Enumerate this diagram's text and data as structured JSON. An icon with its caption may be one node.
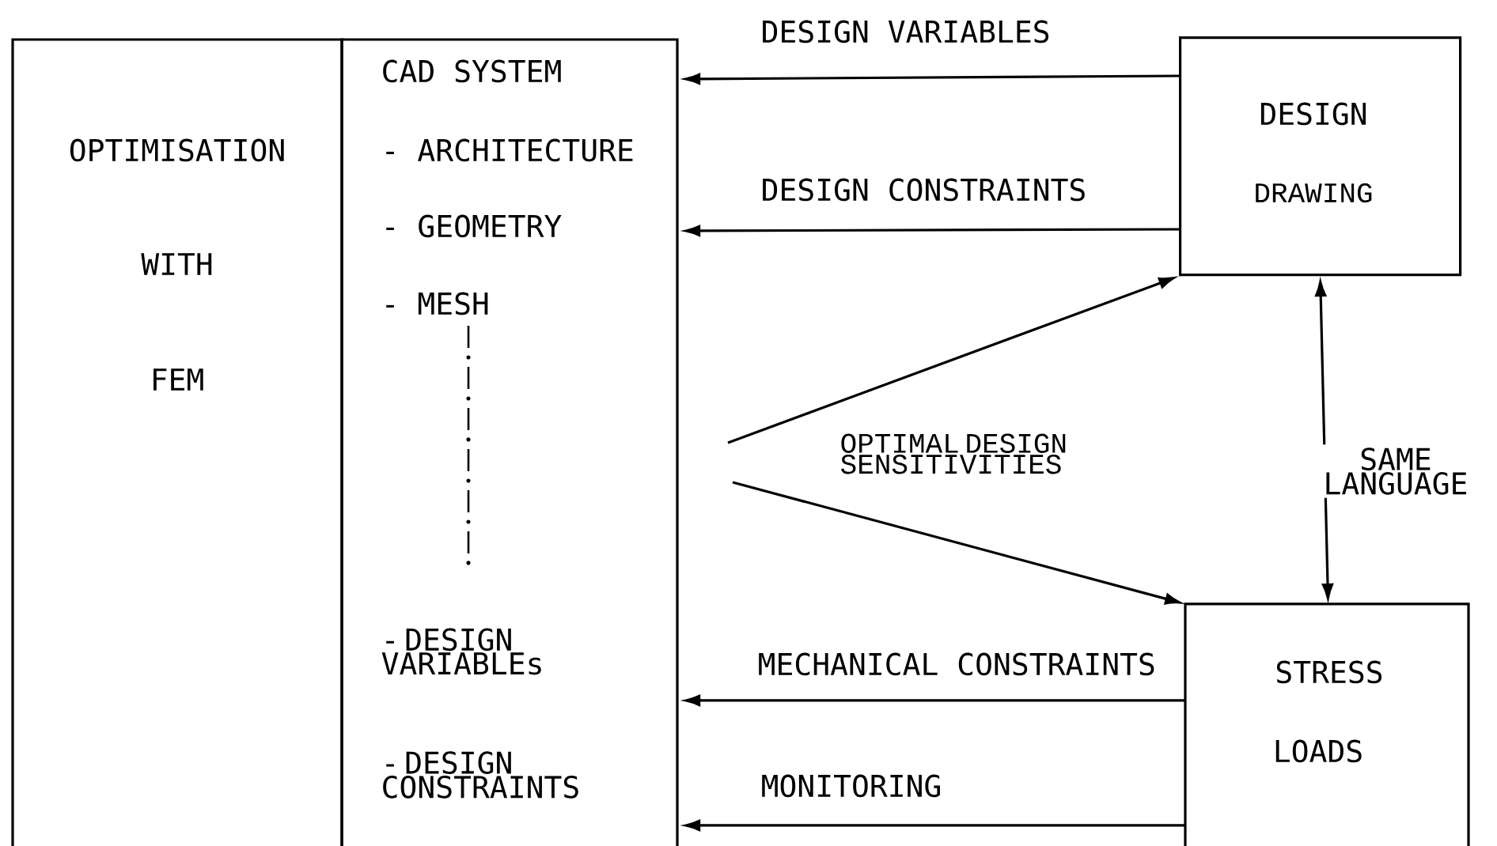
{
  "diagram": {
    "nodes": [
      {
        "text": [
          "OPTIMISATION",
          "WITH",
          "FEM"
        ]
      },
      {
        "text": [
          "CAD SYSTEM",
          "- ARCHITECTURE",
          "- GEOMETRY",
          "- MESH",
          "- DESIGN VARIABLEs",
          "- DESIGN CONSTRAINTS"
        ]
      },
      {
        "text": [
          "DESIGN",
          "DRAWING"
        ]
      },
      {
        "text": [
          "STRESS",
          "LOADS"
        ]
      }
    ],
    "edges": [
      {
        "from": 2,
        "to": 1,
        "arrow": "to",
        "label": "DESIGN VARIABLES"
      },
      {
        "from": 2,
        "to": 1,
        "arrow": "to",
        "label": "DESIGN CONSTRAINTS"
      },
      {
        "from": null,
        "to": 2,
        "arrow": "to"
      },
      {
        "from": null,
        "to": 3,
        "arrow": "to"
      },
      {
        "from": 3,
        "to": 1,
        "arrow": "to",
        "label": "MECHANICAL CONSTRAINTS"
      },
      {
        "from": 3,
        "to": 1,
        "arrow": "to",
        "label": "MONITORING"
      },
      {
        "from": 2,
        "to": 3,
        "arrow": "both",
        "label": "SAME LANGUAGE"
      }
    ],
    "labels": [
      "OPTIMAL DESIGN SENSITIVITIES"
    ]
  }
}
